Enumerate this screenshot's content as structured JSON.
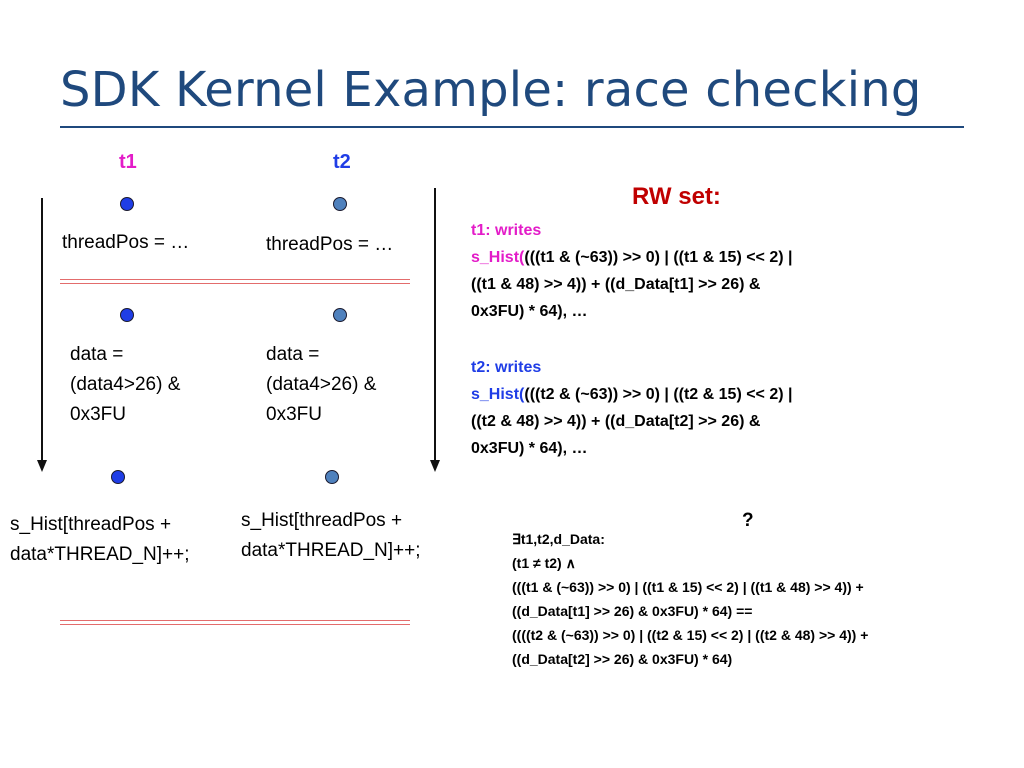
{
  "title": "SDK Kernel Example: race checking",
  "threads": {
    "t1": {
      "label": "t1",
      "color": "#e31cc8",
      "dot_color": "#1f3de6"
    },
    "t2": {
      "label": "t2",
      "color": "#1f3de6",
      "dot_color": "#4f81bd"
    }
  },
  "statements": {
    "t1": {
      "thread_pos": "threadPos = …",
      "data": [
        "data =",
        "(data4>26) &",
        "0x3FU"
      ],
      "hist": [
        "s_Hist[threadPos +",
        "data*THREAD_N]++;"
      ]
    },
    "t2": {
      "thread_pos": "threadPos = …",
      "data": [
        "data =",
        "(data4>26) &",
        "0x3FU"
      ],
      "hist": [
        "s_Hist[threadPos +",
        "data*THREAD_N]++;"
      ]
    }
  },
  "rw_set": {
    "title": "RW set:",
    "t1_header": "t1: writes",
    "t1_prefix": "s_Hist(",
    "t1_lines": [
      "(((t1 & (~63)) >> 0) | ((t1 & 15) << 2) |",
      "((t1 & 48) >> 4)) + ((d_Data[t1] >> 26) &",
      "0x3FU) * 64), …"
    ],
    "t2_header": "t2: writes",
    "t2_prefix": "s_Hist(",
    "t2_lines": [
      "(((t2 & (~63)) >> 0) | ((t2 & 15) << 2) |",
      "((t2  & 48) >> 4)) + ((d_Data[t2] >> 26) &",
      "0x3FU) * 64), …"
    ]
  },
  "question": "?",
  "formula_lines": [
    "∃t1,t2,d_Data:",
    "(t1 ≠ t2)  ∧",
    "(((t1 & (~63)) >> 0) | ((t1 & 15) << 2) | ((t1 & 48) >> 4)) +",
    "((d_Data[t1] >> 26) & 0x3FU) * 64) ==",
    "((((t2 & (~63)) >> 0) | ((t2 & 15) << 2) | ((t2  & 48) >> 4)) +",
    "((d_Data[t2] >> 26) & 0x3FU) * 64)"
  ]
}
